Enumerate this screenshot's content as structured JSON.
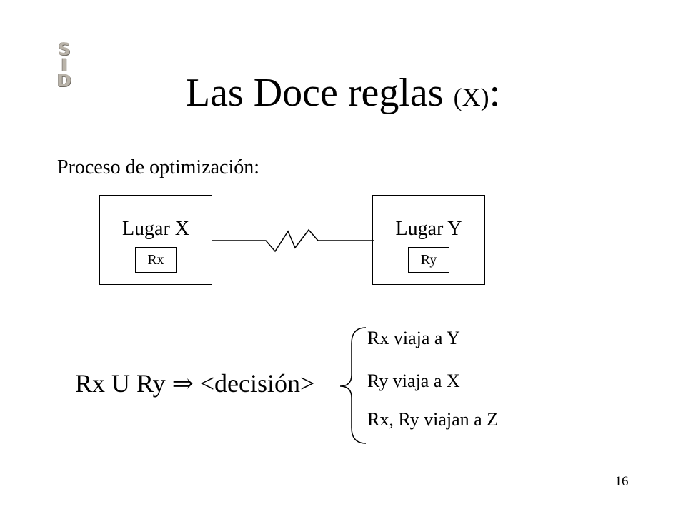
{
  "logo": {
    "letters": [
      "S",
      "I",
      "D"
    ]
  },
  "title": {
    "main": "Las Doce reglas ",
    "paren": "(X)",
    "suffix": ":"
  },
  "subtitle": "Proceso de optimización:",
  "nodes": [
    {
      "label": "Lugar X",
      "inner": "Rx"
    },
    {
      "label": "Lugar Y",
      "inner": "Ry"
    }
  ],
  "connection": {
    "style": "zigzag"
  },
  "formula": "Rx U Ry ⇒ <decisión>",
  "options": [
    "Rx viaja a Y",
    "Ry viaja a X",
    "Rx, Ry viajan a Z"
  ],
  "slide_number": "16"
}
